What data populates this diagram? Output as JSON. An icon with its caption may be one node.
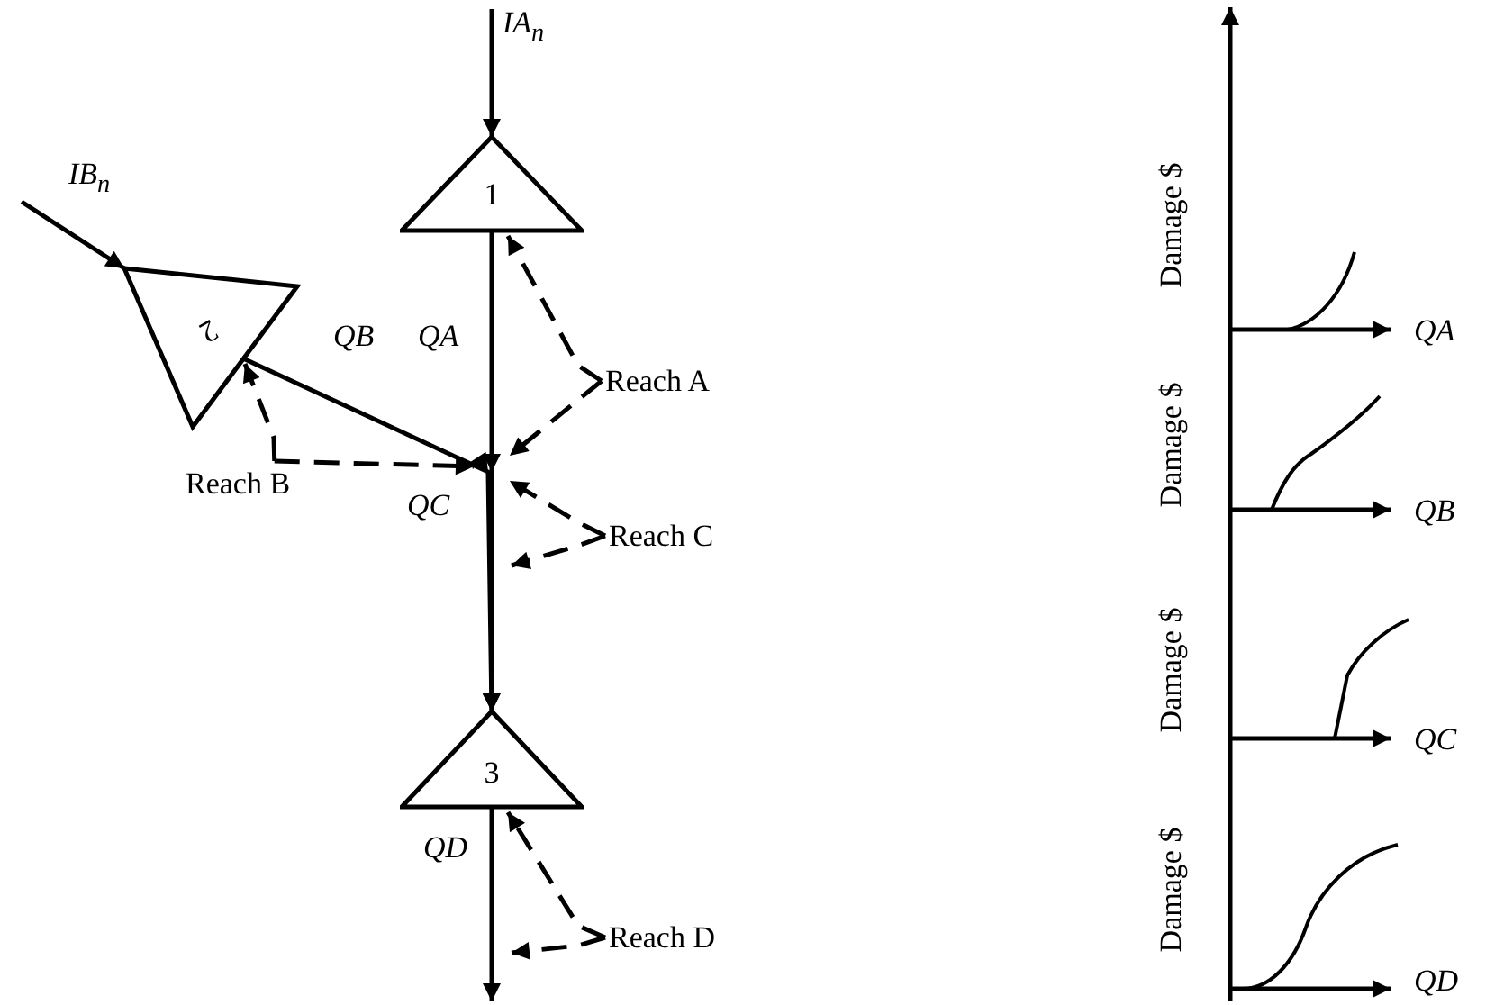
{
  "diagram": {
    "nodes": [
      {
        "text": [
          "1"
        ]
      },
      {
        "text": [
          "2"
        ]
      },
      {
        "text": [
          "3"
        ]
      },
      {
        "text": [
          "Reach A"
        ]
      },
      {
        "text": [
          "Reach B"
        ]
      },
      {
        "text": [
          "Reach C"
        ]
      },
      {
        "text": [
          "Reach D"
        ]
      }
    ],
    "edges": [
      {
        "from": null,
        "to": 0,
        "arrow": "to",
        "label": "IA$_{n}$"
      },
      {
        "from": null,
        "to": 1,
        "arrow": "to",
        "label": "IB$_{n}$"
      },
      {
        "from": 0,
        "to": 2,
        "arrow": "to",
        "label": "QA"
      },
      {
        "from": 1,
        "to": 2,
        "arrow": "to",
        "label": "QB"
      },
      {
        "from": 2,
        "to": null,
        "arrow": "to",
        "label": "QD"
      },
      {
        "from": 3,
        "to": 0,
        "arrow": "to",
        "style": "dashed"
      },
      {
        "from": 3,
        "to": null,
        "arrow": "to",
        "style": "dashed"
      },
      {
        "from": 4,
        "to": 1,
        "arrow": "to",
        "style": "dashed"
      },
      {
        "from": 4,
        "to": null,
        "arrow": "to",
        "style": "dashed"
      },
      {
        "from": 5,
        "to": null,
        "arrow": "to",
        "style": "dashed"
      },
      {
        "from": 5,
        "to": null,
        "arrow": "to",
        "style": "dashed"
      },
      {
        "from": 6,
        "to": 2,
        "arrow": "to",
        "style": "dashed"
      },
      {
        "from": 6,
        "to": null,
        "arrow": "to",
        "style": "dashed"
      }
    ],
    "labels": [
      "QC",
      "Damage $",
      "QA",
      "Damage $",
      "QB",
      "Damage $",
      "QC",
      "Damage $",
      "QD"
    ]
  }
}
